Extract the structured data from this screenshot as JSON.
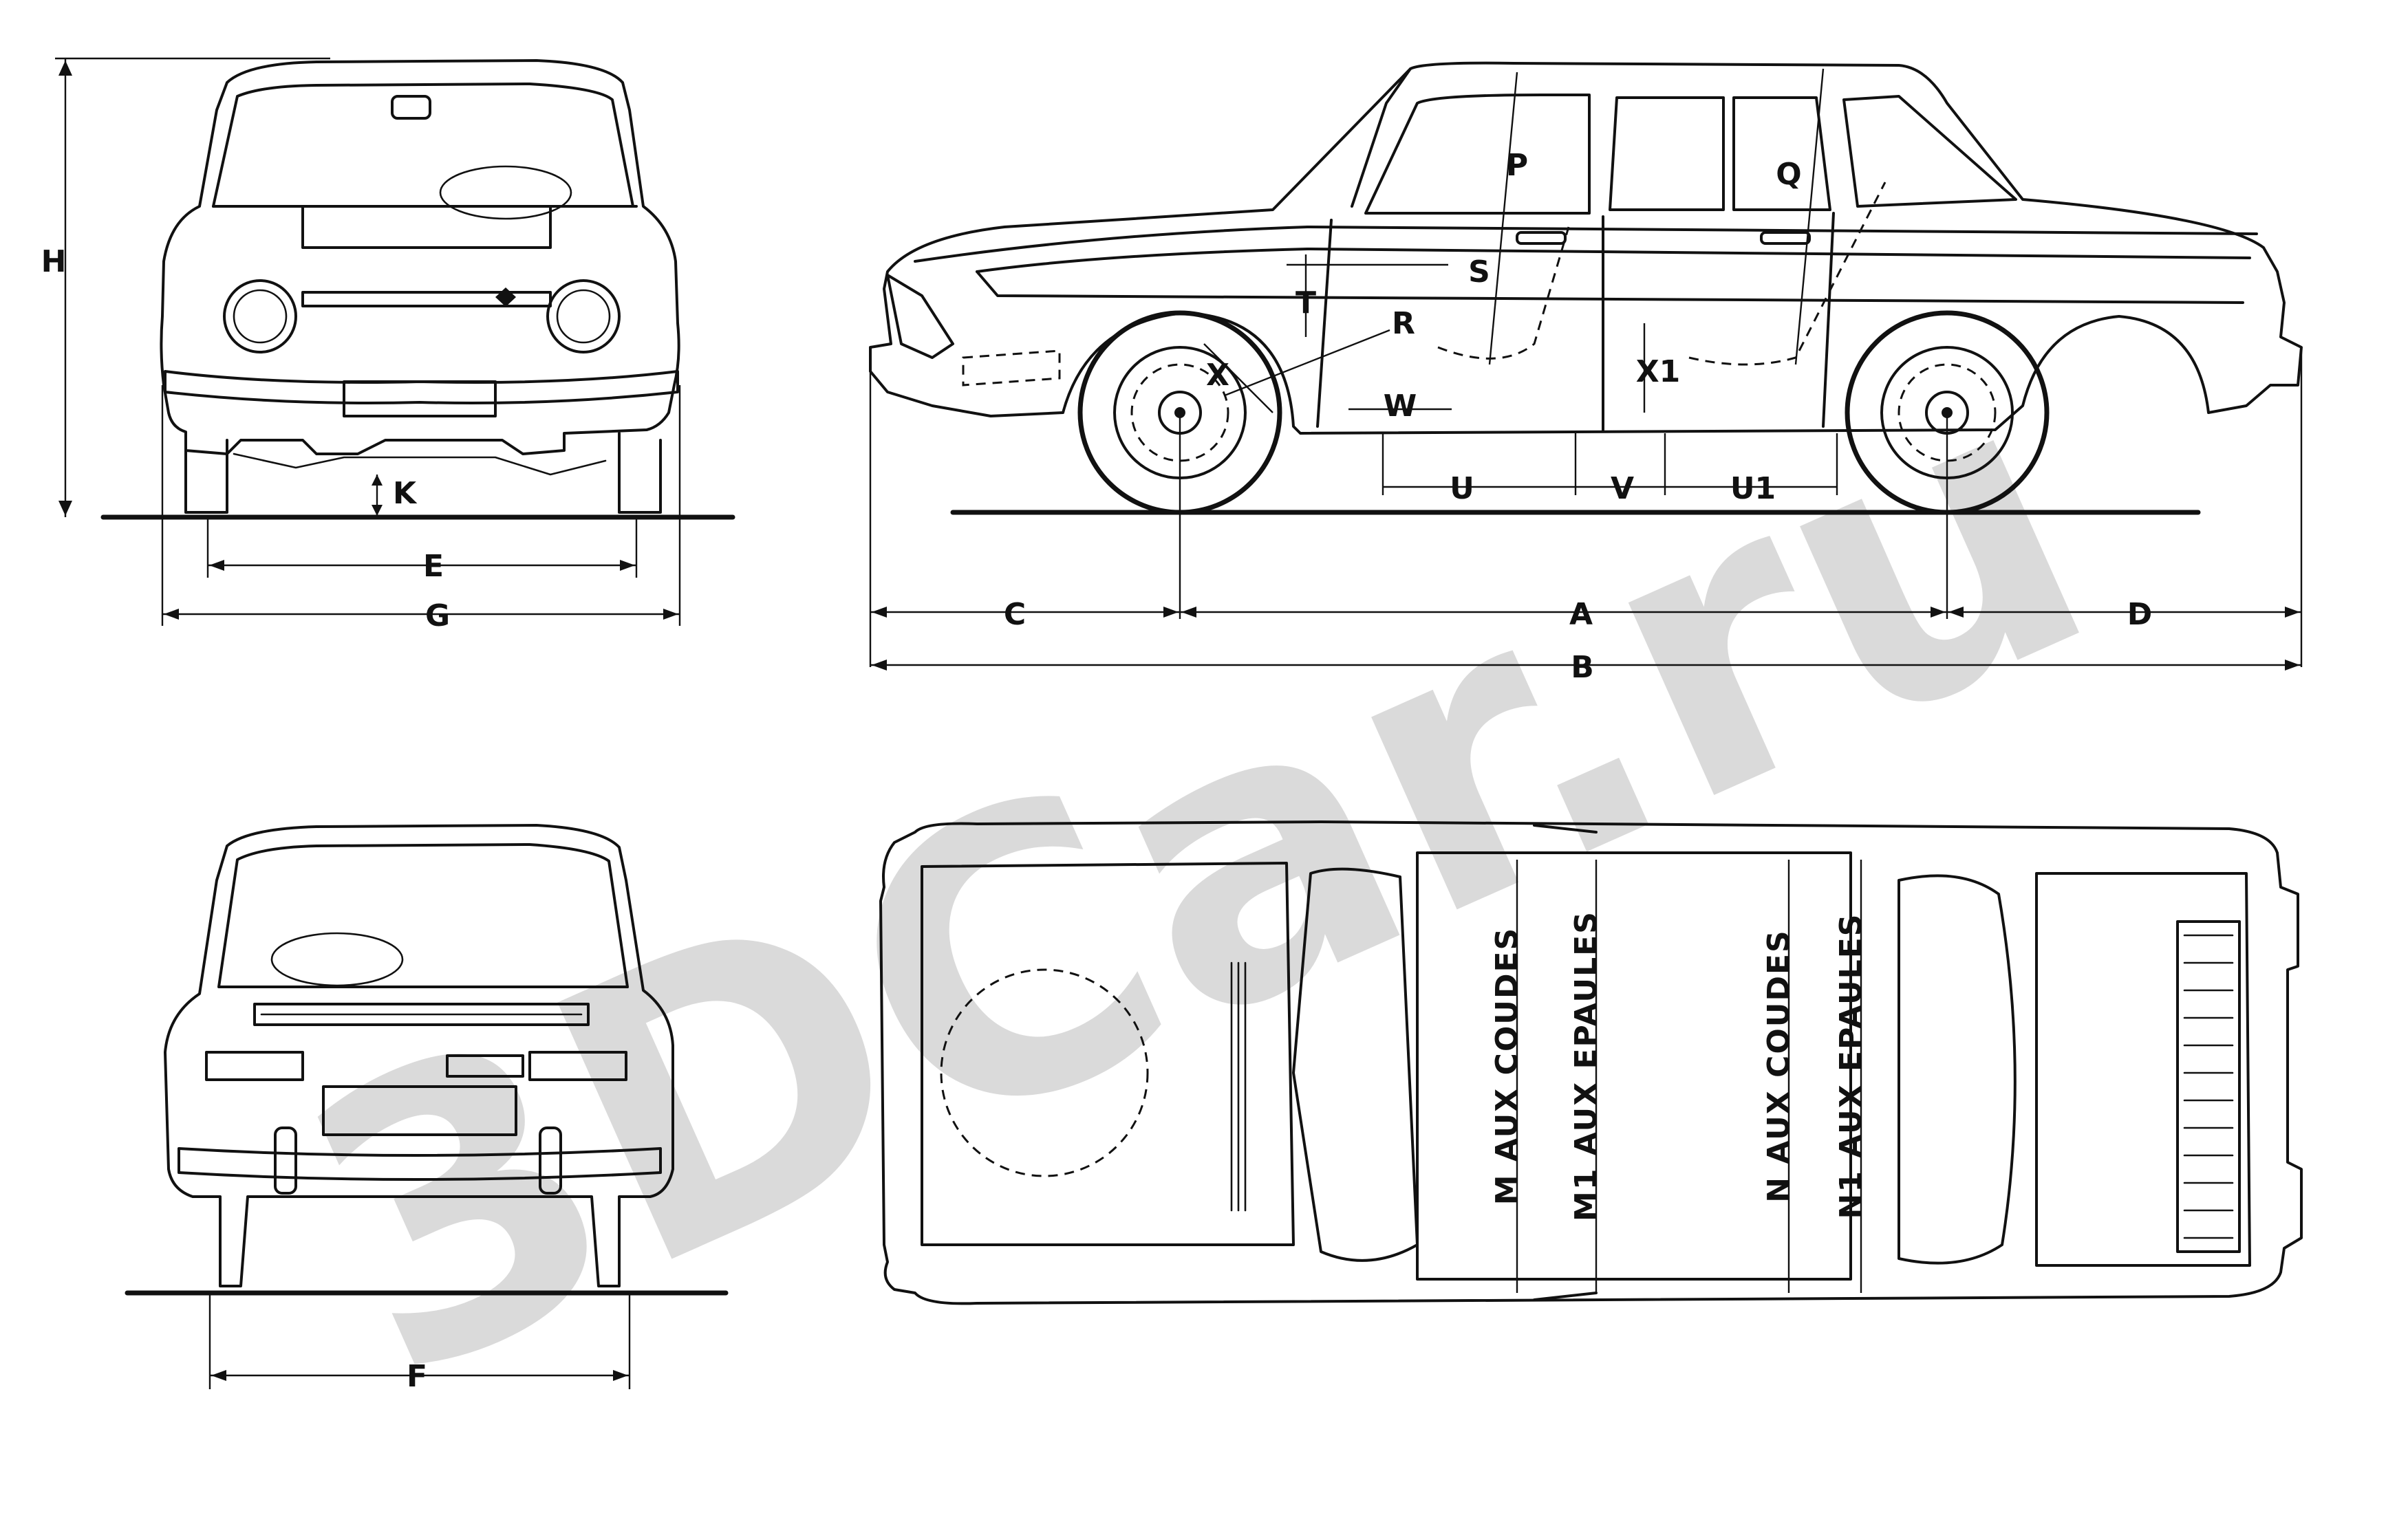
{
  "watermark": {
    "text": "3DCar.ru",
    "color": "#d4d4d4"
  },
  "ink_color": "#111111",
  "front_view": {
    "labels": {
      "height": "H",
      "ground_clearance": "K",
      "track": "E",
      "width": "G"
    }
  },
  "rear_view": {
    "labels": {
      "track": "F"
    }
  },
  "side_view": {
    "labels": {
      "wheelbase": "A",
      "length": "B",
      "front_overhang": "C",
      "rear_overhang": "D",
      "p": "P",
      "q": "Q",
      "r": "R",
      "s": "S",
      "t": "T",
      "u": "U",
      "u1": "U1",
      "v": "V",
      "w": "W",
      "x": "X",
      "x1": "X1"
    }
  },
  "top_view": {
    "labels": {
      "m": "M AUX COUDES",
      "m1": "M1 AUX EPAULES",
      "n": "N AUX COUDES",
      "n1": "N1 AUX EPAULES"
    }
  }
}
